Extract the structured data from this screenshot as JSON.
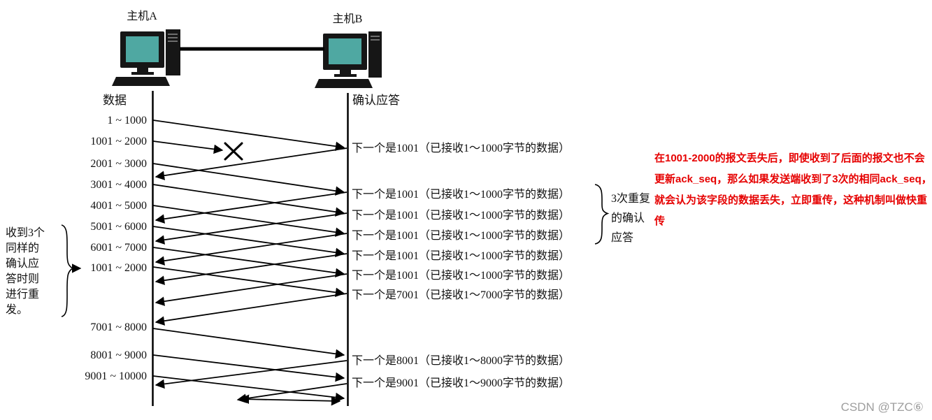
{
  "colors": {
    "screen_teal": "#4fa8a2",
    "ink": "#111111",
    "annotation_red": "#e60000",
    "watermark_gray": "#9e9e9e"
  },
  "hosts": {
    "a": "主机A",
    "b": "主机B"
  },
  "columns": {
    "data": "数据",
    "ack": "确认应答"
  },
  "sequence_labels": [
    "1 ~ 1000",
    "1001 ~ 2000",
    "2001 ~ 3000",
    "3001 ~ 4000",
    "4001 ~ 5000",
    "5001 ~ 6000",
    "6001 ~ 7000",
    "1001 ~ 2000",
    "7001 ~ 8000",
    "8001 ~ 9000",
    "9001 ~ 10000"
  ],
  "ack_labels": [
    "下一个是1001（已接收1～1000字节的数据）",
    "下一个是1001（已接收1～1000字节的数据）",
    "下一个是1001（已接收1～1000字节的数据）",
    "下一个是1001（已接收1～1000字节的数据）",
    "下一个是1001（已接收1～1000字节的数据）",
    "下一个是1001（已接收1～1000字节的数据）",
    "下一个是7001（已接收1～7000字节的数据）",
    "下一个是8001（已接收1～8000字节的数据）",
    "下一个是9001（已接收1～9000字节的数据）"
  ],
  "left_note_lines": [
    "收到3个",
    "同样的",
    "确认应",
    "答时则",
    "进行重",
    "发。"
  ],
  "dup_ack_note_lines": [
    "3次重复",
    "的确认",
    "应答"
  ],
  "annotation_lines": [
    "在1001-2000的报文丢失后，即使收到了后面的报文也不会",
    "更新ack_seq，那么如果发送端收到了3次的相同ack_seq，",
    "就会认为该字段的数据丢失，立即重传，这种机制叫做快重",
    "传"
  ],
  "watermark": "CSDN @TZC⑥"
}
